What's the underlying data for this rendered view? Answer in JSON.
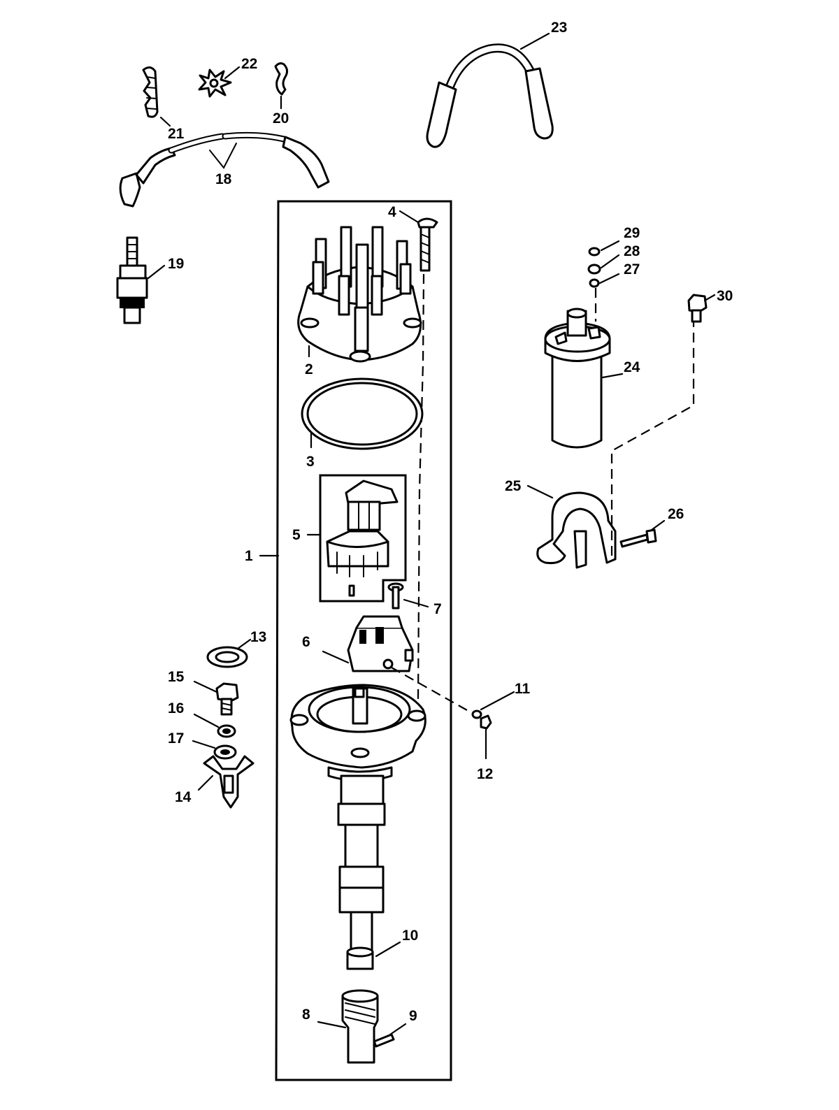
{
  "diagram": {
    "callouts": [
      "1",
      "2",
      "3",
      "4",
      "5",
      "6",
      "7",
      "8",
      "9",
      "10",
      "11",
      "12",
      "13",
      "14",
      "15",
      "16",
      "17",
      "18",
      "19",
      "20",
      "21",
      "22",
      "23",
      "24",
      "25",
      "26",
      "27",
      "28",
      "29",
      "30"
    ]
  },
  "colors": {
    "ink": "#000000",
    "paper": "#ffffff"
  }
}
